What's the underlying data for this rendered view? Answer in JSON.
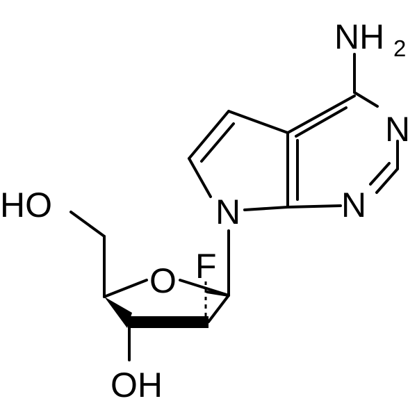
{
  "molecule": {
    "atoms": {
      "amine": "NH",
      "amine_subscript": "2",
      "n_upper": "N",
      "n_lower": "N",
      "n_pyrrole": "N",
      "fluorine": "F",
      "ring_oxygen": "O",
      "hydroxyl_left": "HO",
      "hydroxyl_bottom": "OH"
    },
    "colors": {
      "ink": "#000000",
      "background": "#ffffff"
    }
  }
}
